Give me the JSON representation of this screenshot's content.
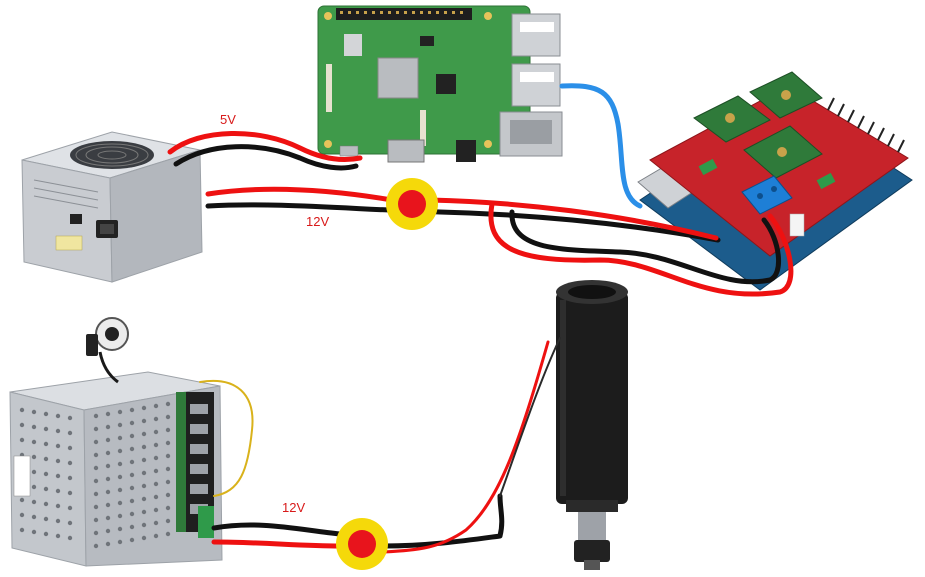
{
  "labels": {
    "psu_5v": "5V",
    "psu_12v": "12V",
    "spindle_12v": "12V"
  },
  "colors": {
    "wire_red": "#ee1111",
    "wire_black": "#111111",
    "wire_blue": "#2b8fe8",
    "label_red": "#d81a1a",
    "junction_yellow": "#f5d90a",
    "junction_red": "#e8141c",
    "pcb_green": "#3f9a4a",
    "shield_red": "#c7232a",
    "driver_green": "#2f7a3a",
    "spindle_black": "#1c1c1c",
    "psu_silver": "#c9ccd1"
  },
  "icons": {
    "atx_psu": "atx-power-supply-icon",
    "raspberry_pi": "raspberry-pi-board-icon",
    "cnc_shield": "cnc-shield-board-icon",
    "spindle_psu": "spindle-power-supply-icon",
    "spindle_motor": "spindle-motor-icon",
    "junction_top": "wire-junction-icon",
    "junction_bottom": "wire-junction-icon"
  }
}
